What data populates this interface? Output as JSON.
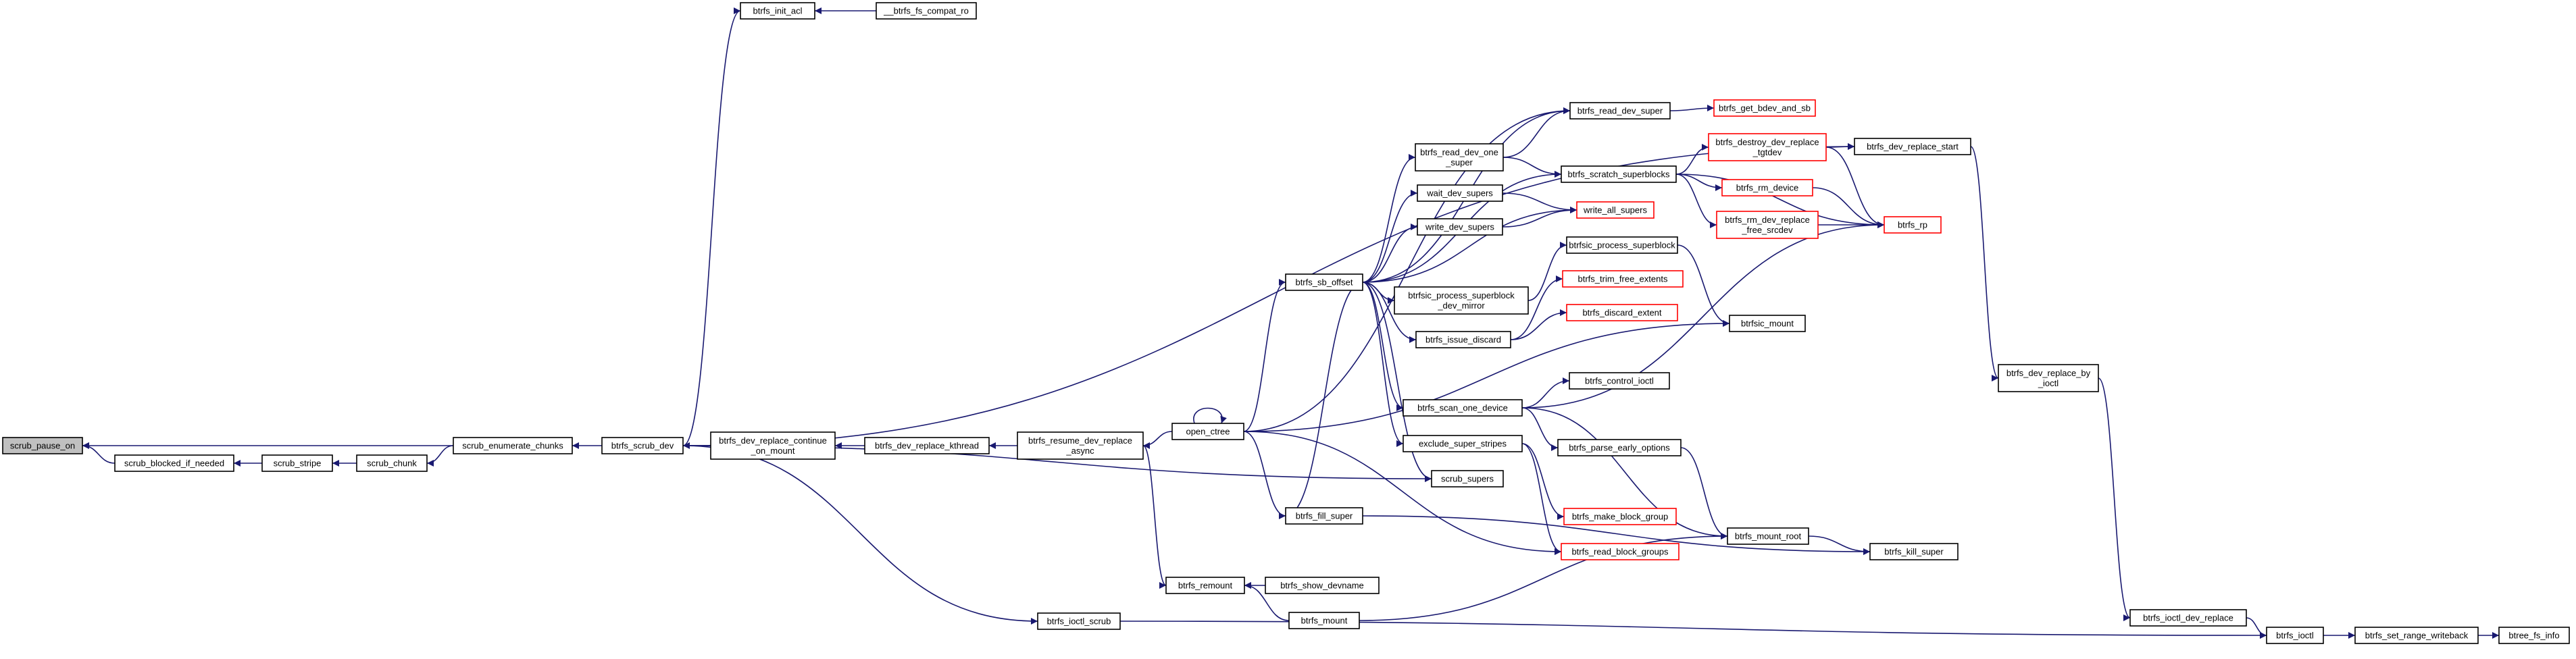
{
  "diagram": {
    "kind": "function call graph",
    "colors": {
      "edge": "#191970",
      "node_border": "#000000",
      "node_border_truncated": "#ff0000",
      "root_fill": "#c0c0c0",
      "node_fill": "#ffffff"
    },
    "nodes": [
      {
        "id": "n1",
        "lines": [
          "scrub_pause_on"
        ],
        "root": true
      },
      {
        "id": "n2",
        "lines": [
          "scrub_blocked_if_needed"
        ]
      },
      {
        "id": "n3",
        "lines": [
          "scrub_stripe"
        ]
      },
      {
        "id": "n4",
        "lines": [
          "scrub_chunk"
        ]
      },
      {
        "id": "n5",
        "lines": [
          "scrub_enumerate_chunks"
        ]
      },
      {
        "id": "n6",
        "lines": [
          "btrfs_scrub_dev"
        ]
      },
      {
        "id": "n7",
        "lines": [
          "btrfs_init_acl"
        ]
      },
      {
        "id": "n8",
        "lines": [
          "__btrfs_fs_compat_ro"
        ]
      },
      {
        "id": "n9",
        "lines": [
          "btrfs_dev_replace_continue",
          "_on_mount"
        ]
      },
      {
        "id": "n10",
        "lines": [
          "btrfs_dev_replace_kthread"
        ]
      },
      {
        "id": "n11",
        "lines": [
          "btrfs_resume_dev_replace",
          "_async"
        ]
      },
      {
        "id": "n12",
        "lines": [
          "open_ctree"
        ]
      },
      {
        "id": "n13",
        "lines": [
          "btrfs_remount"
        ]
      },
      {
        "id": "n14",
        "lines": [
          "btrfs_show_devname"
        ]
      },
      {
        "id": "n15",
        "lines": [
          "btrfs_mount"
        ]
      },
      {
        "id": "n16",
        "lines": [
          "btrfs_ioctl_scrub"
        ]
      },
      {
        "id": "n17",
        "lines": [
          "btrfs_sb_offset"
        ]
      },
      {
        "id": "n18",
        "lines": [
          "btrfs_fill_super"
        ]
      },
      {
        "id": "n19",
        "lines": [
          "scrub_supers"
        ]
      },
      {
        "id": "n20",
        "lines": [
          "btrfs_read_dev_one",
          "_super"
        ]
      },
      {
        "id": "n21",
        "lines": [
          "btrfs_read_dev_super"
        ]
      },
      {
        "id": "n22",
        "lines": [
          "btrfs_get_bdev_and_sb"
        ],
        "truncated": true
      },
      {
        "id": "n23",
        "lines": [
          "btrfs_scratch_superblocks"
        ]
      },
      {
        "id": "n24",
        "lines": [
          "wait_dev_supers"
        ]
      },
      {
        "id": "n25",
        "lines": [
          "write_dev_supers"
        ]
      },
      {
        "id": "n26",
        "lines": [
          "write_all_supers"
        ],
        "truncated": true
      },
      {
        "id": "n27",
        "lines": [
          "btrfsic_process_superblock",
          "_dev_mirror"
        ]
      },
      {
        "id": "n28",
        "lines": [
          "btrfsic_process_superblock"
        ]
      },
      {
        "id": "n29",
        "lines": [
          "btrfs_issue_discard"
        ]
      },
      {
        "id": "n30",
        "lines": [
          "btrfs_trim_free_extents"
        ],
        "truncated": true
      },
      {
        "id": "n31",
        "lines": [
          "btrfs_discard_extent"
        ],
        "truncated": true
      },
      {
        "id": "n32",
        "lines": [
          "btrfs_scan_one_device"
        ]
      },
      {
        "id": "n33",
        "lines": [
          "btrfs_control_ioctl"
        ]
      },
      {
        "id": "n34",
        "lines": [
          "btrfs_parse_early_options"
        ]
      },
      {
        "id": "n35",
        "lines": [
          "exclude_super_stripes"
        ]
      },
      {
        "id": "n36",
        "lines": [
          "btrfs_make_block_group"
        ],
        "truncated": true
      },
      {
        "id": "n37",
        "lines": [
          "btrfs_read_block_groups"
        ],
        "truncated": true
      },
      {
        "id": "n38",
        "lines": [
          "btrfsic_mount"
        ]
      },
      {
        "id": "n39",
        "lines": [
          "btrfs_mount_root"
        ]
      },
      {
        "id": "n40",
        "lines": [
          "btrfs_kill_super"
        ]
      },
      {
        "id": "n41",
        "lines": [
          "btrfs_destroy_dev_replace",
          "_tgtdev"
        ],
        "truncated": true
      },
      {
        "id": "n42",
        "lines": [
          "btrfs_rm_device"
        ],
        "truncated": true
      },
      {
        "id": "n43",
        "lines": [
          "btrfs_rm_dev_replace",
          "_free_srcdev"
        ],
        "truncated": true
      },
      {
        "id": "n44",
        "lines": [
          "btrfs_dev_replace_start"
        ]
      },
      {
        "id": "n45",
        "lines": [
          "btrfs_rp"
        ],
        "truncated": true
      },
      {
        "id": "n46",
        "lines": [
          "btrfs_dev_replace_by",
          "_ioctl"
        ]
      },
      {
        "id": "n47",
        "lines": [
          "btrfs_ioctl_dev_replace"
        ]
      },
      {
        "id": "n48",
        "lines": [
          "btrfs_ioctl"
        ]
      },
      {
        "id": "n49",
        "lines": [
          "btrfs_set_range_writeback"
        ]
      },
      {
        "id": "n50",
        "lines": [
          "btree_fs_info"
        ]
      }
    ],
    "edges": [
      [
        "n2",
        "n1"
      ],
      [
        "n5",
        "n1"
      ],
      [
        "n3",
        "n2"
      ],
      [
        "n4",
        "n3"
      ],
      [
        "n5",
        "n4"
      ],
      [
        "n6",
        "n5"
      ],
      [
        "n8",
        "n7"
      ],
      [
        "n6",
        "n7"
      ],
      [
        "n6",
        "n44"
      ],
      [
        "n9",
        "n6"
      ],
      [
        "n6",
        "n19"
      ],
      [
        "n6",
        "n16"
      ],
      [
        "n10",
        "n9"
      ],
      [
        "n11",
        "n10"
      ],
      [
        "n12",
        "n11"
      ],
      [
        "n11",
        "n13"
      ],
      [
        "n12",
        "n12"
      ],
      [
        "n12",
        "n21"
      ],
      [
        "n12",
        "n17"
      ],
      [
        "n12",
        "n18"
      ],
      [
        "n12",
        "n38"
      ],
      [
        "n12",
        "n37"
      ],
      [
        "n14",
        "n13"
      ],
      [
        "n15",
        "n13"
      ],
      [
        "n15",
        "n39"
      ],
      [
        "n17",
        "n18"
      ],
      [
        "n18",
        "n40"
      ],
      [
        "n17",
        "n19"
      ],
      [
        "n17",
        "n20"
      ],
      [
        "n17",
        "n21"
      ],
      [
        "n17",
        "n23"
      ],
      [
        "n17",
        "n24"
      ],
      [
        "n17",
        "n25"
      ],
      [
        "n17",
        "n26"
      ],
      [
        "n17",
        "n27"
      ],
      [
        "n17",
        "n29"
      ],
      [
        "n17",
        "n32"
      ],
      [
        "n17",
        "n35"
      ],
      [
        "n20",
        "n21"
      ],
      [
        "n20",
        "n23"
      ],
      [
        "n21",
        "n22"
      ],
      [
        "n23",
        "n41"
      ],
      [
        "n23",
        "n42"
      ],
      [
        "n23",
        "n43"
      ],
      [
        "n23",
        "n45"
      ],
      [
        "n24",
        "n26"
      ],
      [
        "n25",
        "n26"
      ],
      [
        "n27",
        "n28"
      ],
      [
        "n28",
        "n38"
      ],
      [
        "n29",
        "n30"
      ],
      [
        "n29",
        "n31"
      ],
      [
        "n32",
        "n33"
      ],
      [
        "n32",
        "n34"
      ],
      [
        "n32",
        "n39"
      ],
      [
        "n32",
        "n45"
      ],
      [
        "n34",
        "n39"
      ],
      [
        "n35",
        "n36"
      ],
      [
        "n35",
        "n37"
      ],
      [
        "n39",
        "n40"
      ],
      [
        "n41",
        "n44"
      ],
      [
        "n41",
        "n45"
      ],
      [
        "n42",
        "n45"
      ],
      [
        "n43",
        "n45"
      ],
      [
        "n44",
        "n46"
      ],
      [
        "n46",
        "n47"
      ],
      [
        "n47",
        "n48"
      ],
      [
        "n48",
        "n49"
      ],
      [
        "n49",
        "n50"
      ],
      [
        "n16",
        "n48"
      ]
    ]
  }
}
